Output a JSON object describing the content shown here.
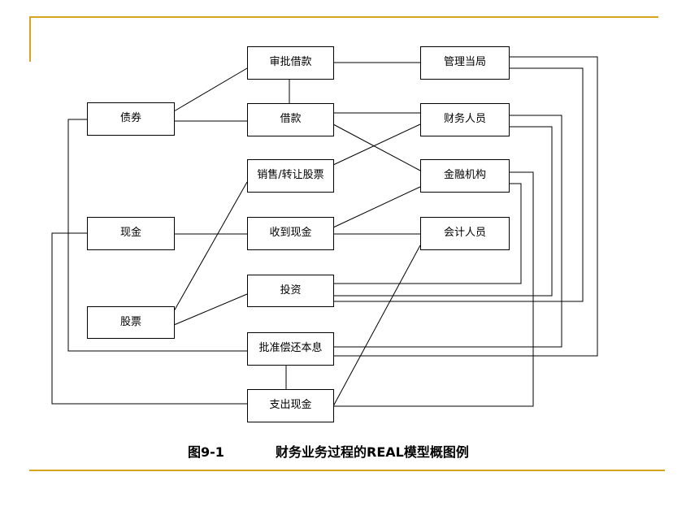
{
  "colors": {
    "accent": "#d9a520",
    "line": "#000000"
  },
  "boxes": {
    "bond": "债券",
    "cash": "现金",
    "stock": "股票",
    "approve_loan": "审批借款",
    "loan": "借款",
    "sell_stock": "销售/转让股票",
    "receive_cash": "收到现金",
    "invest": "投资",
    "approve_repay": "批准偿还本息",
    "pay_cash": "支出现金",
    "management": "管理当局",
    "finance_staff": "财务人员",
    "financial_institution": "金融机构",
    "accountant": "会计人员"
  },
  "caption": {
    "figure_no": "图9-1",
    "title": "财务业务过程的REAL模型概图例"
  }
}
